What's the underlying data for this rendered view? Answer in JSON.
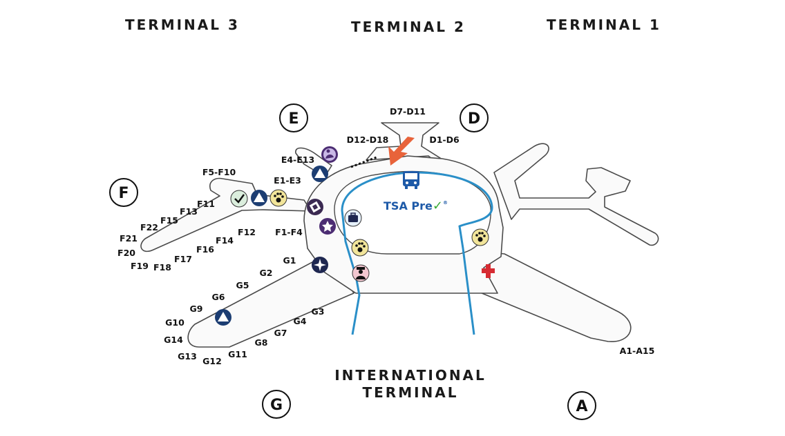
{
  "terminals": {
    "t3": "TERMINAL 3",
    "t2": "TERMINAL 2",
    "t1": "TERMINAL 1",
    "intl_line1": "INTERNATIONAL",
    "intl_line2": "TERMINAL"
  },
  "boarding_areas": {
    "e": "E",
    "d": "D",
    "f": "F",
    "g": "G",
    "a": "A"
  },
  "gates": {
    "d7_d11": "D7-D11",
    "d12_d18": "D12-D18",
    "d1_d6": "D1-D6",
    "e4_e13": "E4-E13",
    "e1_e3": "E1-E3",
    "f5_f10": "F5-F10",
    "f1_f4": "F1-F4",
    "f11": "F11",
    "f12": "F12",
    "f13": "F13",
    "f14": "F14",
    "f15": "F15",
    "f16": "F16",
    "f17": "F17",
    "f18": "F18",
    "f19": "F19",
    "f20": "F20",
    "f21": "F21",
    "f22": "F22",
    "g1": "G1",
    "g2": "G2",
    "g3": "G3",
    "g4": "G4",
    "g5": "G5",
    "g6": "G6",
    "g7": "G7",
    "g8": "G8",
    "g9": "G9",
    "g10": "G10",
    "g11": "G11",
    "g12": "G12",
    "g13": "G13",
    "g14": "G14",
    "a1_a15": "A1-A15"
  },
  "tsa": {
    "text": "TSA Pre",
    "check": "✓",
    "mark": "®"
  },
  "colors": {
    "tsa_blue": "#1e5aa8",
    "tsa_green": "#3aaa35",
    "airtrain_blue": "#2a8fc8",
    "arrow_orange": "#e8633a",
    "medical_red": "#d62b32",
    "icon_navy": "#1c3d72",
    "icon_purple": "#4c2d73",
    "icon_dark_purple": "#3b2a52",
    "icon_yellow": "#f2e59a",
    "icon_dark_navy": "#1e2750",
    "icon_pink": "#f3c7d0",
    "icon_lavender": "#c9b8e6"
  },
  "icons": [
    "nursing-room-icon",
    "triangle-icon",
    "checkmark-icon",
    "pet-relief-icon",
    "ticket-icon",
    "star-icon",
    "baggage-icon",
    "compass-star-icon",
    "officer-icon",
    "first-aid-cross-icon",
    "bus-icon",
    "entrance-arrow-icon"
  ]
}
